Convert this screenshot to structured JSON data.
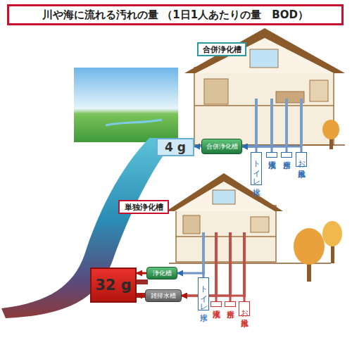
{
  "diagram": {
    "title": "川や海に流れる汚れの量 （1日1人あたりの量　BOD）",
    "nodes": [
      {
        "text": [
          "合併浄化槽"
        ]
      },
      {
        "text": [
          "4 g"
        ]
      },
      {
        "text": [
          "合併浄化槽"
        ]
      },
      {
        "text": [
          "トイレ排水"
        ]
      },
      {
        "text": [
          "洗濯排水"
        ]
      },
      {
        "text": [
          "台所排水"
        ]
      },
      {
        "text": [
          "お風呂排水"
        ]
      },
      {
        "text": [
          "単独浄化槽"
        ]
      },
      {
        "text": [
          "32 g"
        ]
      },
      {
        "text": [
          "浄化槽"
        ]
      },
      {
        "text": [
          "雑排水槽"
        ]
      },
      {
        "text": [
          "トイレ排水"
        ]
      },
      {
        "text": [
          "洗濯排水"
        ]
      },
      {
        "text": [
          "台所排水"
        ]
      },
      {
        "text": [
          "お風呂排水"
        ]
      }
    ],
    "edges": [
      {
        "from": 3,
        "to": 2,
        "arrow": "to"
      },
      {
        "from": 4,
        "to": 2,
        "arrow": "to"
      },
      {
        "from": 5,
        "to": 2,
        "arrow": "to"
      },
      {
        "from": 6,
        "to": 2,
        "arrow": "to"
      },
      {
        "from": 2,
        "to": 1,
        "arrow": "to"
      },
      {
        "from": 11,
        "to": 9,
        "arrow": "to"
      },
      {
        "from": 12,
        "to": 10,
        "arrow": "to"
      },
      {
        "from": 13,
        "to": 10,
        "arrow": "to"
      },
      {
        "from": 14,
        "to": 10,
        "arrow": "to"
      },
      {
        "from": 9,
        "to": 8,
        "arrow": "to"
      },
      {
        "from": 10,
        "to": 8,
        "arrow": "to"
      }
    ]
  }
}
